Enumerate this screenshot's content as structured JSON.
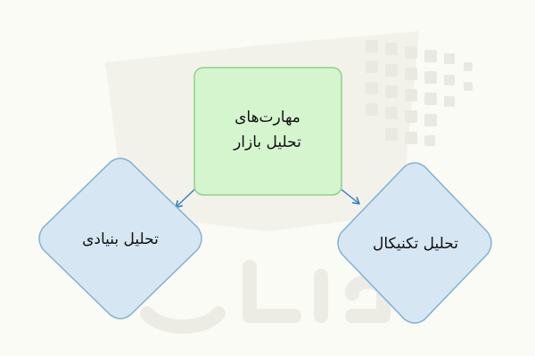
{
  "diagram": {
    "nodes": {
      "root": {
        "lines": [
          "مهارت‌های",
          "تحلیل بازار"
        ],
        "shape": "rounded-rectangle",
        "fill": "#d5f5cf",
        "stroke": "#8ed18a"
      },
      "left": {
        "label": "تحلیل بنیادی",
        "shape": "diamond",
        "fill": "#d6e7f3",
        "stroke": "#7fb2d4"
      },
      "right": {
        "label": "تحلیل تکنیکال",
        "shape": "diamond",
        "fill": "#d6e7f3",
        "stroke": "#7fb2d4"
      }
    },
    "edges": [
      {
        "from": "root",
        "to": "left"
      },
      {
        "from": "root",
        "to": "right"
      }
    ],
    "edge_color": "#2f7bc4"
  },
  "watermark": {
    "brand_text": "فرادرس",
    "color": "#eeeee6"
  }
}
